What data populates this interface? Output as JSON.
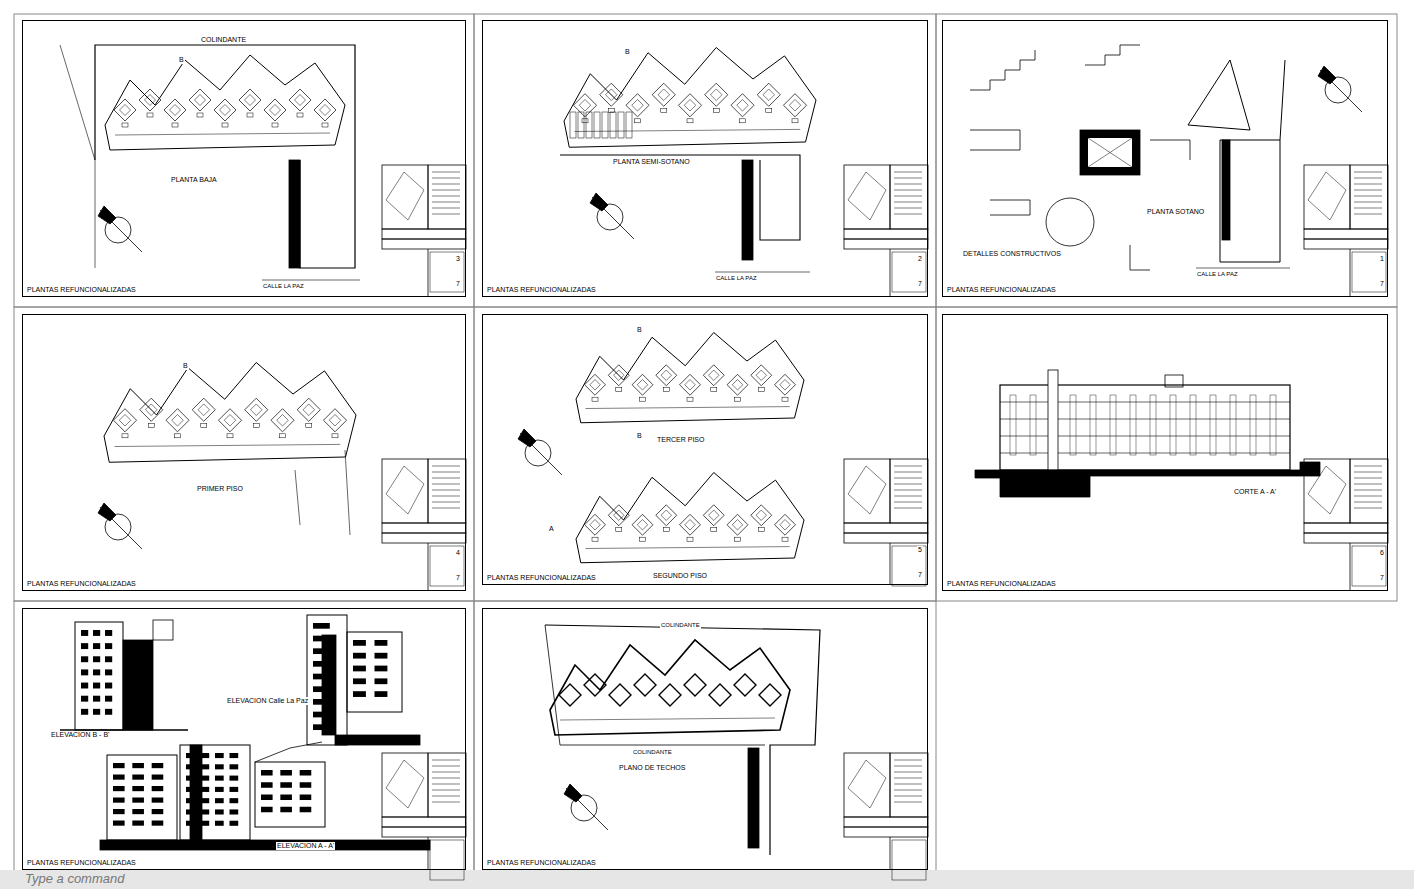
{
  "diagram": {
    "nodes": [
      {
        "text": [
          "PLANTAS REFUNCIONALIZADAS"
        ]
      },
      {
        "text": [
          "PLANTAS REFUNCIONALIZADAS"
        ]
      },
      {
        "text": [
          "PLANTAS REFUNCIONALIZADAS"
        ]
      },
      {
        "text": [
          "PLANTAS REFUNCIONALIZADAS"
        ]
      },
      {
        "text": [
          "PLANTAS REFUNCIONALIZADAS"
        ]
      },
      {
        "text": [
          "PLANTAS REFUNCIONALIZADAS"
        ]
      },
      {
        "text": [
          "PLANTAS REFUNCIONALIZADAS"
        ]
      },
      {
        "text": [
          "PLANTAS REFUNCIONALIZADAS"
        ]
      }
    ],
    "labels": [
      "COLINDANTE",
      "PLANTA BAJA",
      "CALLE LA PAZ",
      "B",
      "3",
      "7",
      "PLANTA SEMI-SOTANO",
      "CALLE LA PAZ",
      "B",
      "2",
      "7",
      "DETALLES CONSTRUCTIVOS",
      "PLANTA SOTANO",
      "CALLE LA PAZ",
      "1",
      "7",
      "PRIMER PISO",
      "B",
      "4",
      "7",
      "TERCER PISO",
      "SEGUNDO PISO",
      "B",
      "B",
      "A",
      "5",
      "7",
      "CORTE A - A'",
      "6",
      "7",
      "ELEVACION B - B'",
      "ELEVACION Calle La Paz",
      "ELEVACION A - A'",
      "COLINDANTE",
      "PLANO DE TECHOS",
      "COLINDANTE",
      "Type a command"
    ]
  }
}
